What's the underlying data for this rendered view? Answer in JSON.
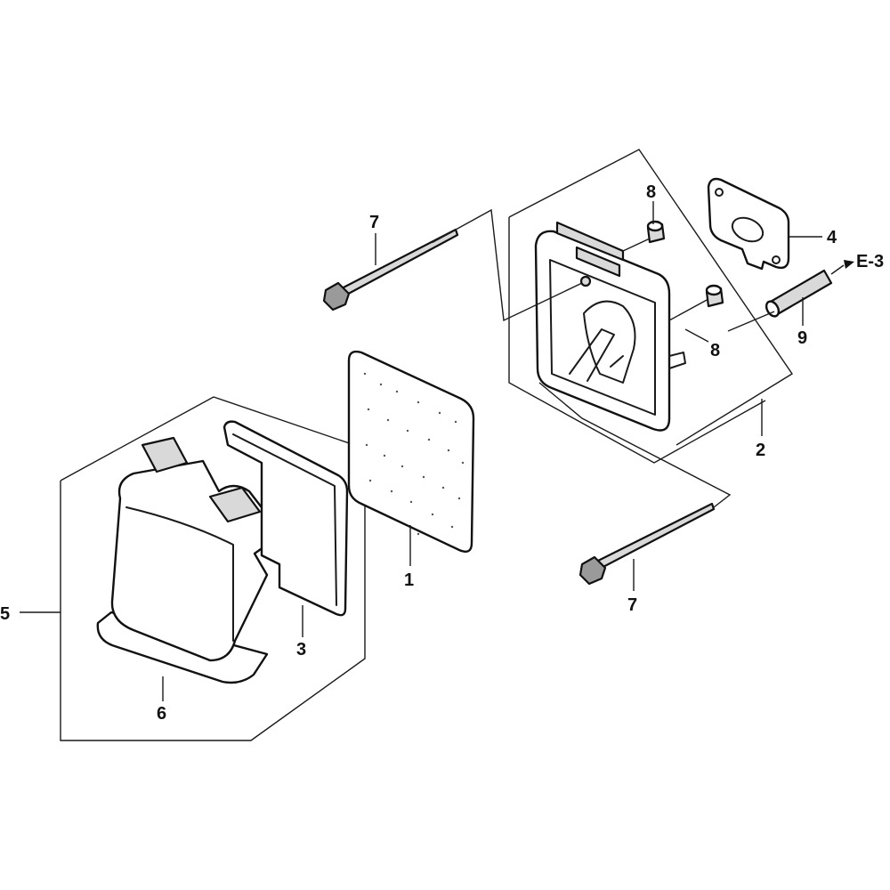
{
  "callouts": {
    "p1": "1",
    "p2": "2",
    "p3": "3",
    "p4": "4",
    "p5": "5",
    "p6": "6",
    "p7_top": "7",
    "p7_bottom": "7",
    "p8_top": "8",
    "p8_mid": "8",
    "p9": "9"
  },
  "reference": {
    "e3": "E-3"
  }
}
